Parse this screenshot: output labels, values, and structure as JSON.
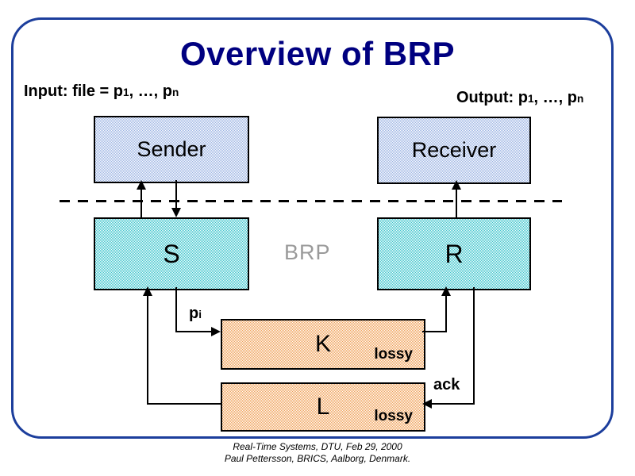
{
  "slide": {
    "title": "Overview of BRP",
    "input": {
      "prefix": "Input: file = p",
      "sub1": "1",
      "mid": ", …, p",
      "subn": "n"
    },
    "output": {
      "prefix": "Output: p",
      "sub1": "1",
      "mid": ", …, p",
      "subn": "n"
    },
    "footer": {
      "line1": "Real-Time Systems, DTU, Feb 29, 2000",
      "line2": "Paul Pettersson, BRICS, Aalborg, Denmark."
    }
  },
  "diagram": {
    "boxes": {
      "sender": "Sender",
      "receiver": "Receiver",
      "s": "S",
      "r": "R",
      "k": "K",
      "l": "L"
    },
    "labels": {
      "brp": "BRP",
      "pi_base": "p",
      "pi_sub": "i",
      "ack": "ack",
      "k_lossy": "lossy",
      "l_lossy": "lossy"
    }
  },
  "colors": {
    "title_navy": "#000080",
    "slide_border_blue": "#1c3e9c",
    "sender_receiver_fill": "#cdd9f1",
    "s_r_fill": "#9ae1e5",
    "k_l_fill": "#f7d0ab",
    "brp_gray": "#9a9a9a",
    "line_black": "#000000"
  }
}
